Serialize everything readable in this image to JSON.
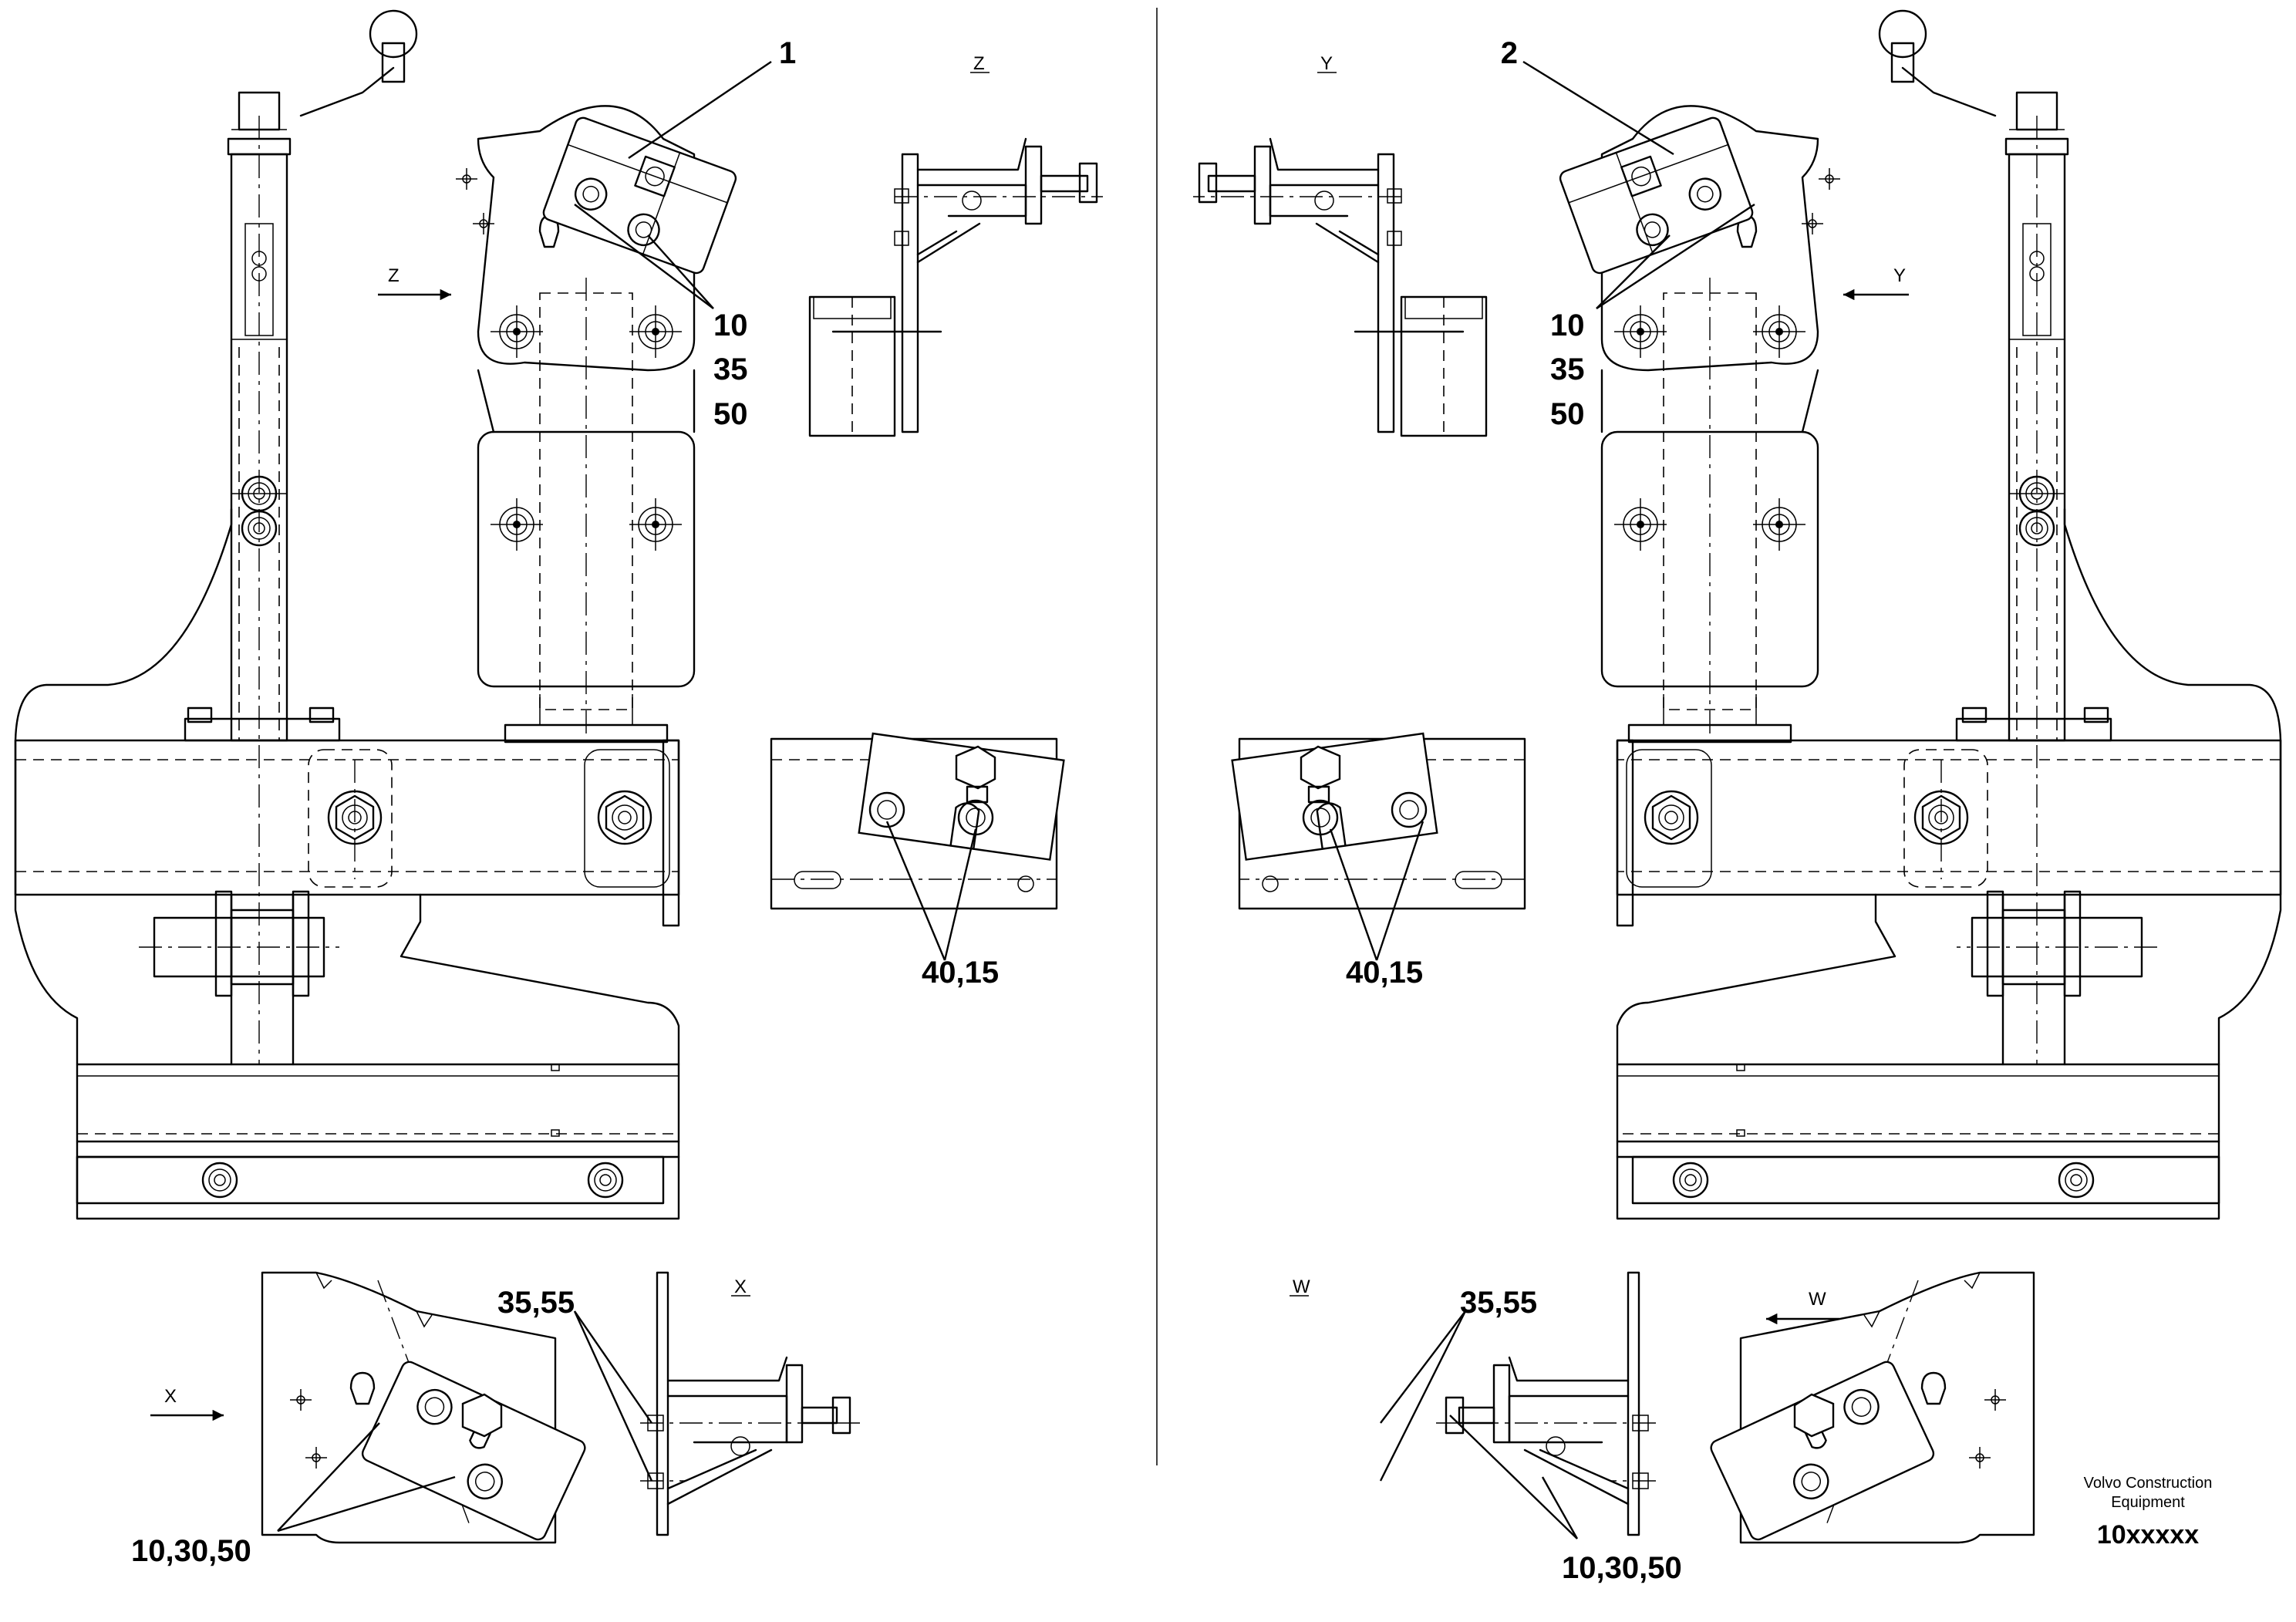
{
  "callouts": {
    "part_1": "1",
    "part_2": "2",
    "left_10": "10",
    "left_35": "35",
    "left_50": "50",
    "right_10": "10",
    "right_35": "35",
    "right_50": "50",
    "left_40_15": "40,15",
    "right_40_15": "40,15",
    "left_35_55": "35,55",
    "right_35_55": "35,55",
    "left_10_30_50": "10,30,50",
    "right_10_30_50": "10,30,50"
  },
  "view_labels": {
    "z_title": "Z",
    "z_arrow": "Z",
    "y_title": "Y",
    "y_arrow": "Y",
    "x_title": "X",
    "x_arrow": "X",
    "w_title": "W",
    "w_arrow": "W"
  },
  "title_block": {
    "company_line1": "Volvo Construction",
    "company_line2": "Equipment",
    "document_number": "10xxxxx"
  }
}
